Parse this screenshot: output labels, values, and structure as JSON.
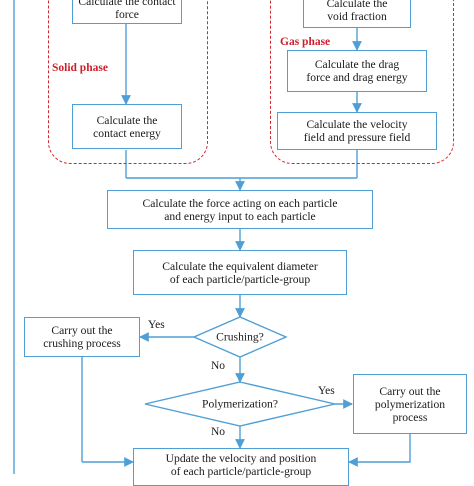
{
  "solid_phase": {
    "label": "Solid phase",
    "contact_force": "Calculate the contact force",
    "contact_energy": "Calculate the\ncontact energy"
  },
  "gas_phase": {
    "label": "Gas phase",
    "void_fraction": "Calculate the\nvoid fraction",
    "drag": "Calculate the drag\nforce and drag energy",
    "velocity_pressure": "Calculate the velocity\nfield and pressure field"
  },
  "steps": {
    "force_energy": "Calculate the force acting on each particle\nand energy input to each particle",
    "equivalent_diameter": "Calculate the equivalent diameter\nof each particle/particle-group",
    "crushing_decision": "Crushing?",
    "crushing_process": "Carry out the\ncrushing process",
    "polymerization_decision": "Polymerization?",
    "polymerization_process": "Carry out the\npolymerization\nprocess",
    "update": "Update the velocity and position\nof each particle/particle-group"
  },
  "branch_labels": {
    "crushing_yes": "Yes",
    "crushing_no": "No",
    "polymerization_yes": "Yes",
    "polymerization_no": "No"
  },
  "colors": {
    "box_border": "#4f9fd6",
    "group_border": "#d0282d",
    "phase_label": "#cc1f2c"
  }
}
